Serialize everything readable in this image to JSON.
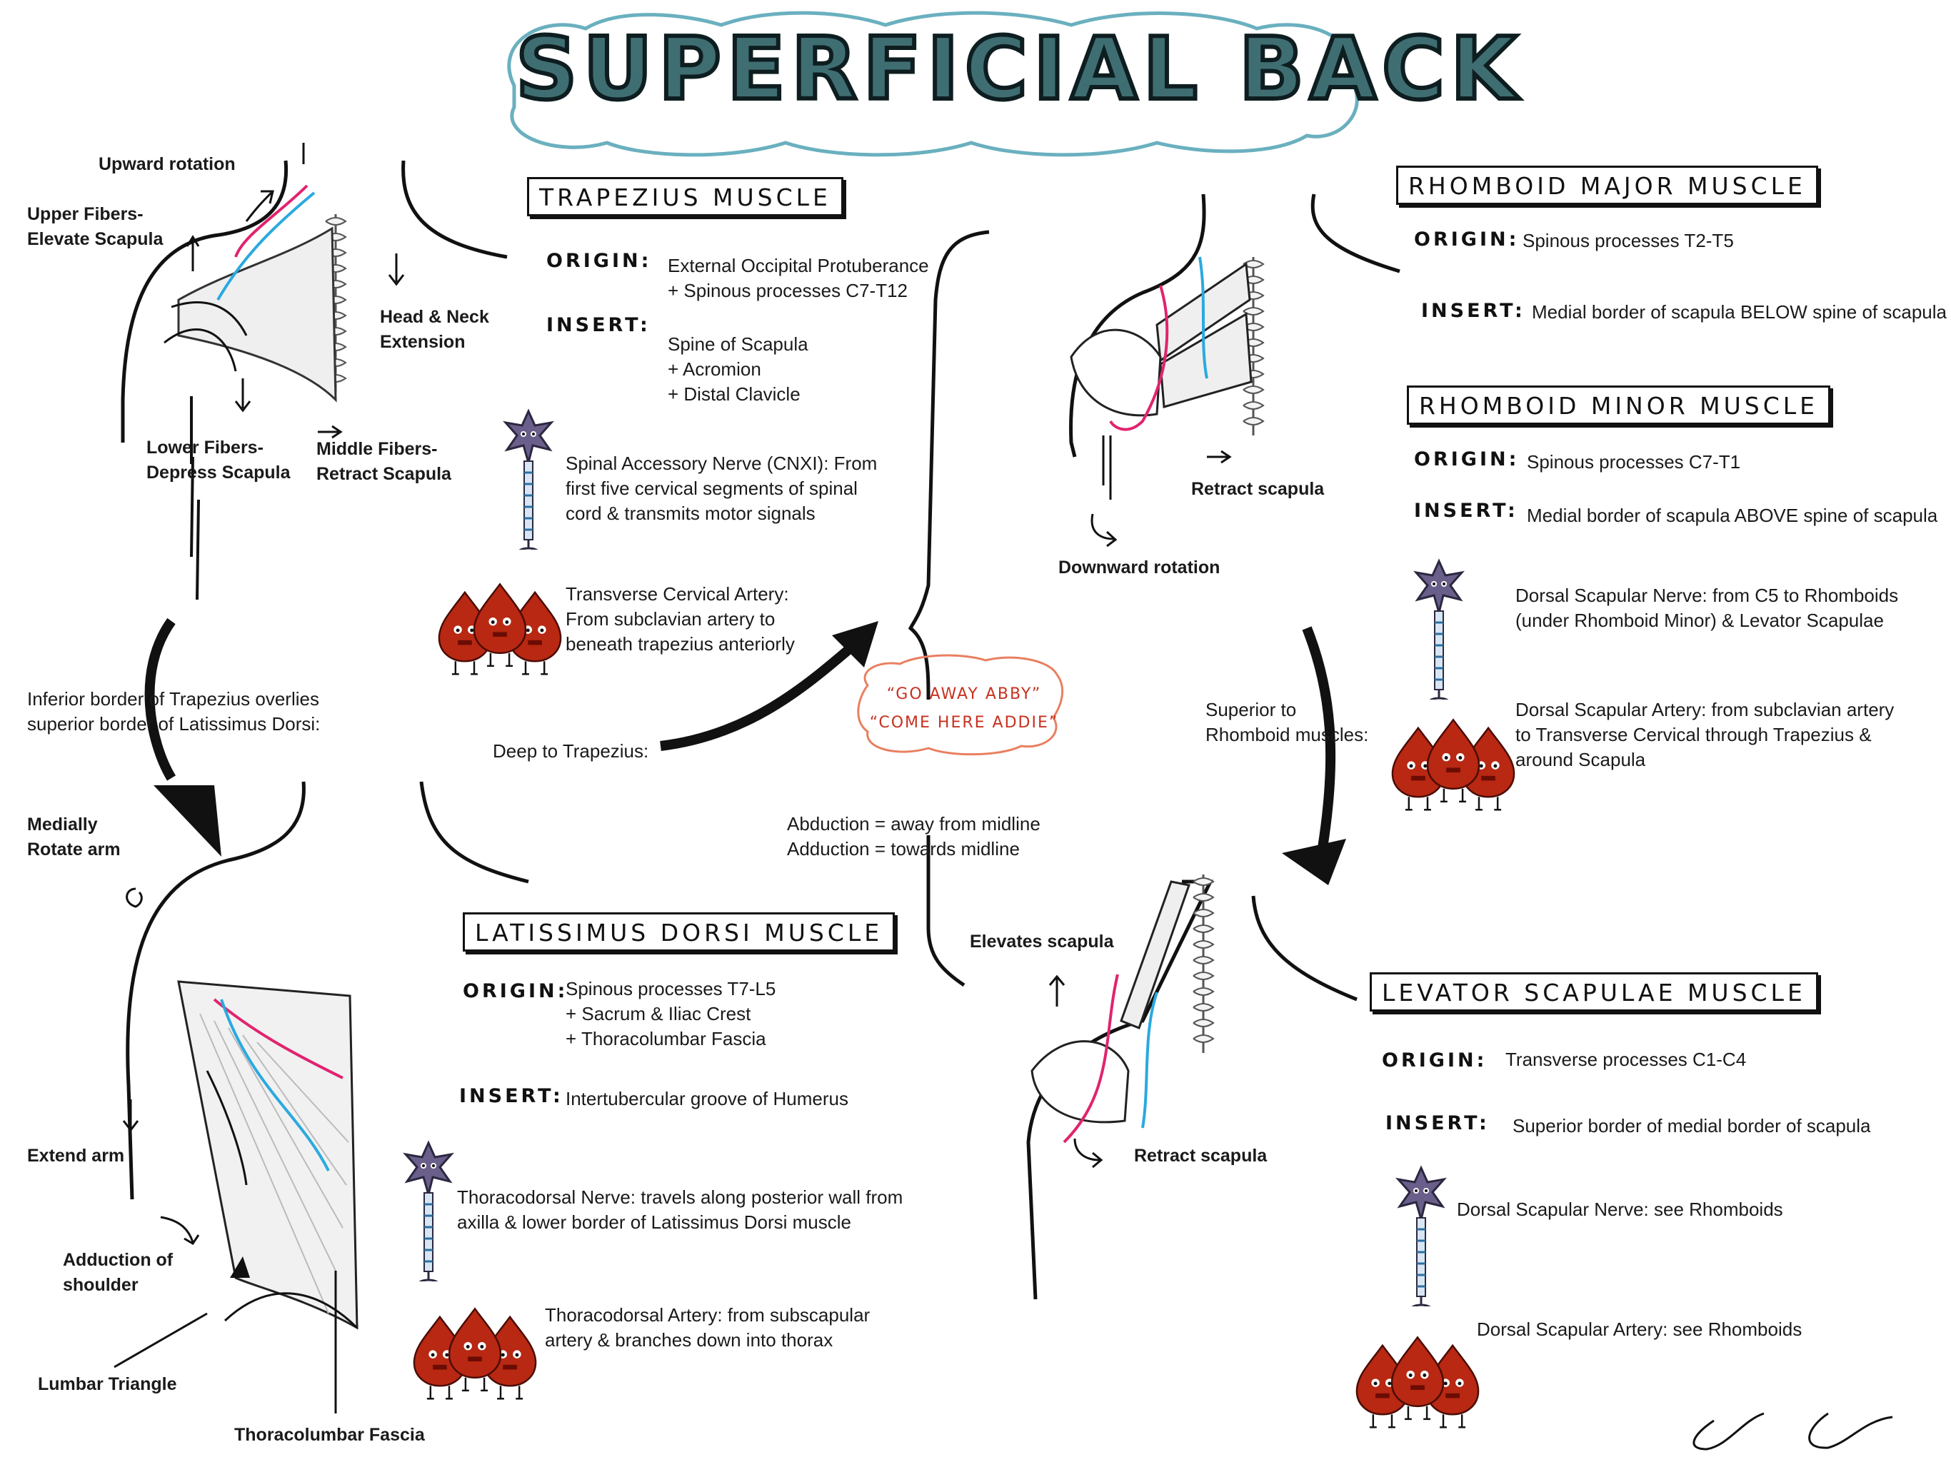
{
  "title": "SUPERFICIAL BACK",
  "colors": {
    "title_fill": "#3f6e72",
    "title_cloud": "#6ab0bf",
    "nerve": "#2aa9e0",
    "artery": "#e0246e",
    "blood": "#b82812",
    "neuron": "#6a5f8a",
    "mnemonic": "#c8311f"
  },
  "icons": [
    "neuron-icon",
    "blood-drops-icon"
  ],
  "trapezius": {
    "heading": "TRAPEZIUS MUSCLE",
    "origin_label": "ORIGIN:",
    "origin_lines": [
      "External Occipital Protuberance",
      "+ Spinous processes C7-T12"
    ],
    "insert_label": "INSERT:",
    "insert_lines": [
      "Spine of Scapula",
      "+ Acromion",
      "+ Distal Clavicle"
    ],
    "nerve_lines": [
      "Spinal Accessory Nerve (CNXI): From",
      "first five cervical segments of spinal",
      "cord & transmits motor signals"
    ],
    "artery_lines": [
      "Transverse Cervical Artery:",
      "From subclavian artery to",
      "beneath trapezius anteriorly"
    ],
    "labels": {
      "upward_rotation": "Upward rotation",
      "upper_fibers": [
        "Upper Fibers-",
        "Elevate Scapula"
      ],
      "head_neck": [
        "Head & Neck",
        "Extension"
      ],
      "lower_fibers": [
        "Lower Fibers-",
        "Depress Scapula"
      ],
      "middle_fibers": [
        "Middle Fibers-",
        "Retract Scapula"
      ]
    }
  },
  "connectors": {
    "inferior_border": [
      "Inferior border of Trapezius overlies",
      "superior border of Latissimus Dorsi:"
    ],
    "deep_to_trapezius": "Deep to Trapezius:",
    "mnemonic": [
      "“GO AWAY ABBY”",
      "“COME HERE ADDIE”"
    ],
    "abduction": [
      "Abduction = away from midline",
      "Adduction = towards midline"
    ],
    "superior_to_rhomboid": [
      "Superior to",
      "Rhomboid muscles:"
    ]
  },
  "latissimus": {
    "heading": "LATISSIMUS DORSI MUSCLE",
    "origin_label": "ORIGIN:",
    "origin_lines": [
      "Spinous processes T7-L5",
      "+ Sacrum & Iliac Crest",
      "+ Thoracolumbar Fascia"
    ],
    "insert_label": "INSERT:",
    "insert_text": "Intertubercular groove of Humerus",
    "nerve_lines": [
      "Thoracodorsal Nerve: travels along posterior wall from",
      "axilla & lower border of Latissimus Dorsi muscle"
    ],
    "artery_lines": [
      "Thoracodorsal Artery: from subscapular",
      "artery & branches down into thorax"
    ],
    "labels": {
      "medially_rotate": [
        "Medially",
        "Rotate arm"
      ],
      "extend_arm": "Extend arm",
      "adduction": [
        "Adduction of",
        "shoulder"
      ],
      "lumbar_triangle": "Lumbar Triangle",
      "thoracolumbar_fascia": "Thoracolumbar Fascia"
    }
  },
  "rhomboid_major": {
    "heading": "RHOMBOID MAJOR MUSCLE",
    "origin_label": "ORIGIN:",
    "origin_text": "Spinous processes T2-T5",
    "insert_label": "INSERT:",
    "insert_text": "Medial border of scapula BELOW spine of scapula"
  },
  "rhomboid_minor": {
    "heading": "RHOMBOID MINOR MUSCLE",
    "origin_label": "ORIGIN:",
    "origin_text": "Spinous processes C7-T1",
    "insert_label": "INSERT:",
    "insert_text": "Medial border of scapula ABOVE spine of scapula",
    "nerve_lines": [
      "Dorsal Scapular Nerve: from C5 to Rhomboids",
      "(under Rhomboid Minor) & Levator Scapulae"
    ],
    "artery_lines": [
      "Dorsal Scapular Artery: from subclavian artery",
      "to Transverse Cervical through Trapezius &",
      "around Scapula"
    ],
    "labels": {
      "retract": "Retract scapula",
      "downward": "Downward rotation"
    }
  },
  "levator": {
    "heading": "LEVATOR SCAPULAE MUSCLE",
    "origin_label": "ORIGIN:",
    "origin_text": "Transverse processes C1-C4",
    "insert_label": "INSERT:",
    "insert_text": "Superior border of medial border of scapula",
    "nerve_text": "Dorsal Scapular Nerve: see Rhomboids",
    "artery_text": "Dorsal Scapular Artery: see Rhomboids",
    "labels": {
      "elevates": "Elevates scapula",
      "retract": "Retract scapula"
    }
  }
}
